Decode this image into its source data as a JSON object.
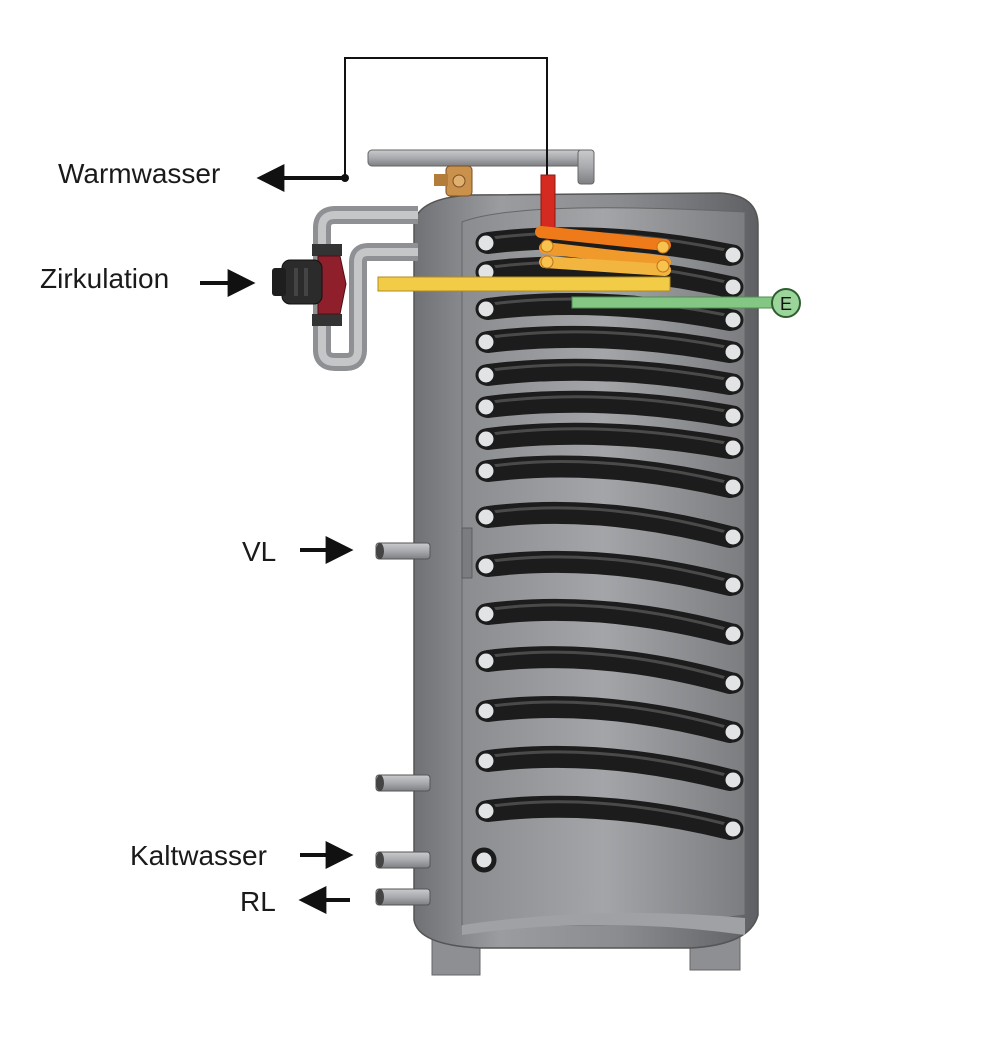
{
  "labels": {
    "warmwasser": "Warmwasser",
    "zirkulation": "Zirkulation",
    "vl": "VL",
    "kaltwasser": "Kaltwasser",
    "rl": "RL",
    "heater_marker": "E"
  },
  "colors": {
    "tank_shell": "#8c8e92",
    "tank_inner": "#77797c",
    "coil": "#1c1c1c",
    "pipe": "#a6a8ab",
    "heater_red": "#d42a1f",
    "heater_orange": "#ee7a1a",
    "heater_yellow": "#f2cc47",
    "sensor_green": "#84c784",
    "pump_body": "#2b2b2b",
    "pump_accent": "#8e1f2b",
    "valve_brass": "#c9914b",
    "arrow": "#111111"
  },
  "icons": {
    "pump": "circulation-pump-icon",
    "valve": "mixing-valve-icon"
  }
}
